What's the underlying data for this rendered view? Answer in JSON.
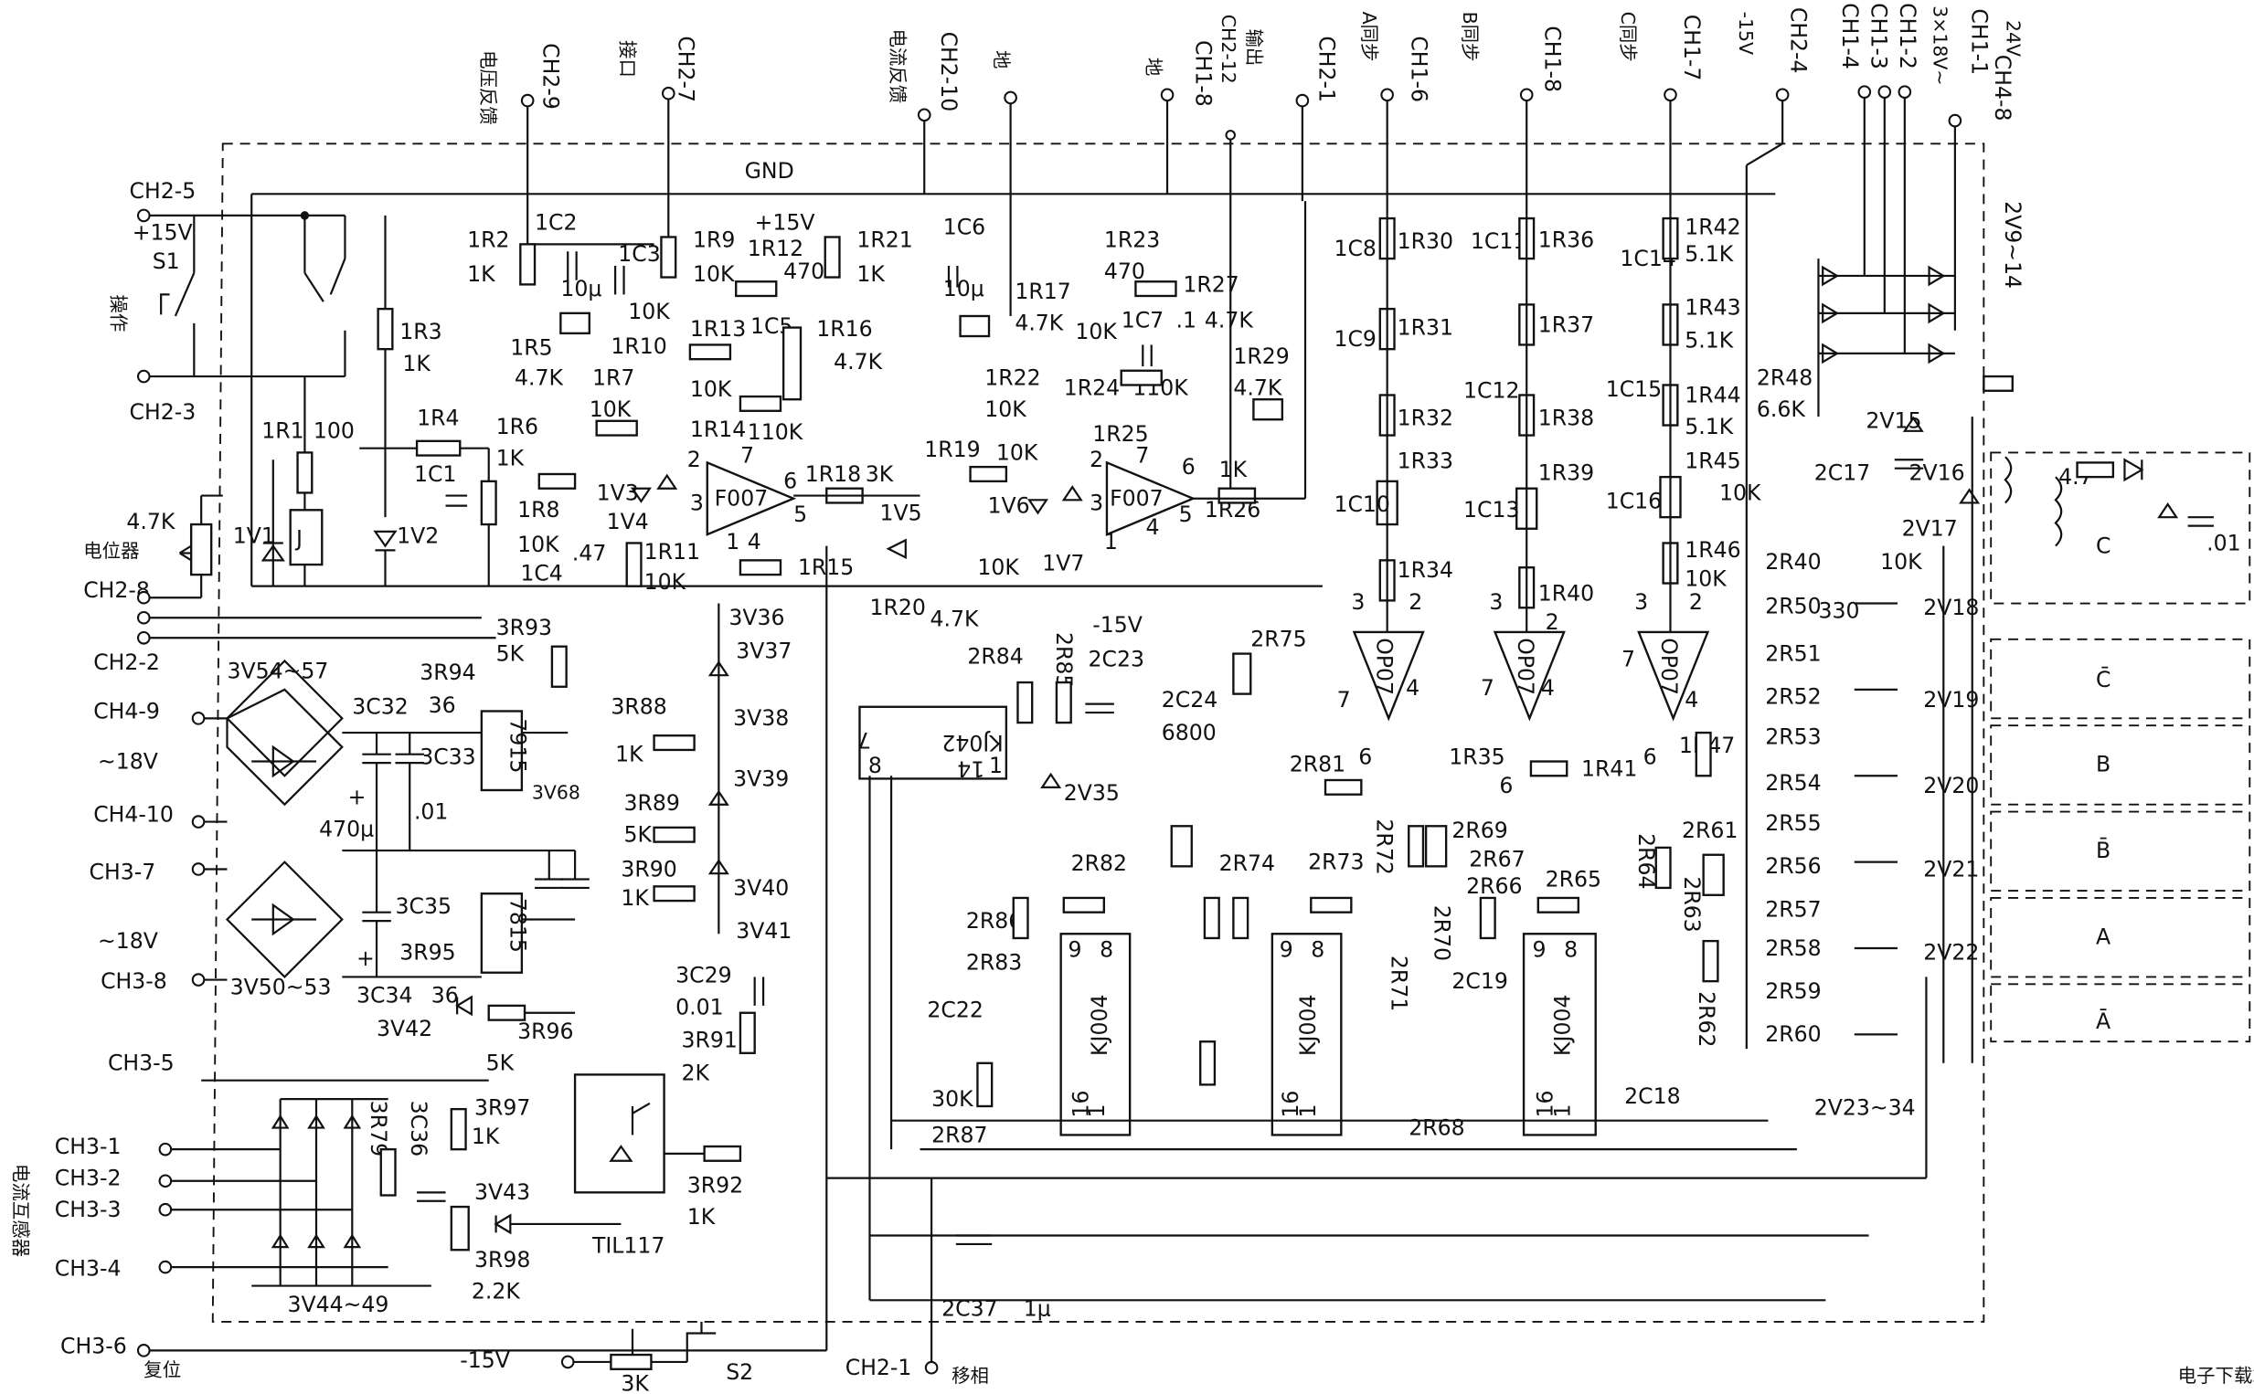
{
  "title": "GND",
  "top_terminals": [
    {
      "id": "CH2-9",
      "note": "电压反馈"
    },
    {
      "id": "CH2-7",
      "note": "接口"
    },
    {
      "id": "CH2-10",
      "note": "电流反馈"
    },
    {
      "id": "",
      "note": "地"
    },
    {
      "id": "CH1-8",
      "note": "地"
    },
    {
      "id": "CH2-12",
      "note": "输出"
    },
    {
      "id": "CH2-1",
      "note": ""
    },
    {
      "id": "CH1-6",
      "note": "A同步"
    },
    {
      "id": "CH1-8",
      "note": "B同步"
    },
    {
      "id": "CH1-7",
      "note": "C同步"
    },
    {
      "id": "CH2-4",
      "note": "-15V"
    },
    {
      "id": "CH1-4",
      "note": ""
    },
    {
      "id": "CH1-3",
      "note": ""
    },
    {
      "id": "CH1-2",
      "note": "3×18V~"
    },
    {
      "id": "CH1-1",
      "note": ""
    },
    {
      "id": "CH4-8",
      "note": "24V"
    }
  ],
  "left_terminals": [
    {
      "id": "CH2-5",
      "note": "+15V"
    },
    {
      "id": "S1",
      "note": ""
    },
    {
      "id": "CH2-3",
      "note": "操作"
    },
    {
      "id": "CH2-8",
      "note": "电位器"
    },
    {
      "id": "CH2-2",
      "note": ""
    },
    {
      "id": "CH4-9",
      "note": ""
    },
    {
      "id": "CH4-10",
      "note": "~18V"
    },
    {
      "id": "CH3-7",
      "note": ""
    },
    {
      "id": "CH3-8",
      "note": "~18V"
    },
    {
      "id": "CH3-5",
      "note": ""
    },
    {
      "id": "CH3-1",
      "note": ""
    },
    {
      "id": "CH3-2",
      "note": "电流互感器"
    },
    {
      "id": "CH3-3",
      "note": ""
    },
    {
      "id": "CH3-4",
      "note": ""
    },
    {
      "id": "CH3-6",
      "note": "复位"
    }
  ],
  "bottom_terminals": [
    {
      "id": "CH2-1",
      "note": "移相"
    },
    {
      "id": "S2",
      "note": "-15V"
    }
  ],
  "ics": {
    "op1": "F007",
    "op2": "F007",
    "op3": "OP07",
    "op4": "OP07",
    "op5": "OP07",
    "kj042": "KJ042",
    "kj004a": "KJ004",
    "kj004b": "KJ004",
    "kj004c": "KJ004",
    "reg1": "7915",
    "reg2": "7815",
    "opto": "TIL117"
  },
  "components": {
    "r2": "1R2",
    "r2v": "1K",
    "c2": "1C2",
    "c3": "1C3",
    "r9": "1R9",
    "r9v": "10K",
    "r12": "1R12",
    "r12v": "470",
    "p15": "+15V",
    "r21": "1R21",
    "r21v": "1K",
    "c6": "1C6",
    "c6v": "10μ",
    "r23": "1R23",
    "r23v": "470",
    "r27": "1R27",
    "r27v": "4.7K",
    "r3": "1R3",
    "r3v": "1K",
    "r1": "1R1",
    "r1v": "100",
    "r4": "1R4",
    "c1": "1C1",
    "r5": "1R5",
    "r5v": "4.7K",
    "c2v": "10μ",
    "r7": "1R7",
    "r7v": "10K",
    "r10": "1R10",
    "r10v": "10K",
    "r13": "1R13",
    "c5": "1C5",
    "r16": "1R16",
    "r16v": "4.7K",
    "r14": "1R14",
    "r14v": "110K",
    "r14n": "10K",
    "r17": "1R17",
    "r17v": "4.7K",
    "c7": "1C7",
    "c7v": ".1",
    "c7r": "10K",
    "r22": "1R22",
    "r22v": "10K",
    "r24": "1R24",
    "r24v": "110K",
    "r29": "1R29",
    "r29v": "4.7K",
    "r6": "1R6",
    "r6v": "1K",
    "r18": "1R18",
    "r18v": "3K",
    "r19": "1R19",
    "r19v": "10K",
    "r25": "1R25",
    "r26": "1R26",
    "r26v": "1K",
    "r8": "1R8",
    "r8v": "10K",
    "c4": "1C4",
    "c4v": ".47",
    "r11": "1R11",
    "r11v": "10K",
    "r15": "1R15",
    "v1": "1V1",
    "v2": "1V2",
    "v3": "1V3",
    "v4": "1V4",
    "v5": "1V5",
    "v6": "1V6",
    "v7": "1V7",
    "j": "J",
    "pot": "4.7K",
    "v7v": "10K",
    "r20": "1R20",
    "r20v": "4.7K",
    "m15": "-15V",
    "r84": "2R84",
    "r85": "2R85",
    "c23": "2C23",
    "c24": "2C24",
    "c24v": "6800",
    "v35": "2V35",
    "r75": "2R75",
    "r93": "3R93",
    "r93v": "5K",
    "v5457": "3V54~57",
    "c32": "3C32",
    "r94": "3R94",
    "r94v": "36",
    "c33": "3C33",
    "c470": "470μ",
    "c01": ".01",
    "v68": "3V68",
    "c35": "3C35",
    "r95": "3R95",
    "r95v": "36",
    "c34": "3C34",
    "v5053": "3V50~53",
    "v42": "3V42",
    "r96": "3R96",
    "r96v": "5K",
    "r88": "3R88",
    "r88v": "1K",
    "r89": "3R89",
    "r89v": "5K",
    "r90": "3R90",
    "r90v": "1K",
    "v36": "3V36",
    "v37": "3V37",
    "v38": "3V38",
    "v39": "3V39",
    "v40": "3V40",
    "v41": "3V41",
    "c29": "3C29",
    "c29v": "0.01",
    "r91": "3R91",
    "r91v": "2K",
    "r92": "3R92",
    "r92v": "1K",
    "r97": "3R97",
    "r97v": "1K",
    "r79": "3R79",
    "c36": "3C36",
    "v43": "3V43",
    "r98": "3R98",
    "r98v": "2.2K",
    "v4449": "3V44~49",
    "r3k": "3K",
    "c37": "2C37",
    "c37v": "1μ",
    "r30": "1R30",
    "r31": "1R31",
    "r32": "1R32",
    "r33": "1R33",
    "r34": "1R34",
    "c8": "1C8",
    "c9": "1C9",
    "c10": "1C10",
    "c11": "1C11",
    "c12": "1C12",
    "c13": "1C13",
    "r36": "1R36",
    "r37": "1R37",
    "r38": "1R38",
    "r39": "1R39",
    "r40": "1R40",
    "c14": "1C14",
    "c15": "1C15",
    "c16": "1C16",
    "r42": "1R42",
    "r42v": "5.1K",
    "r43": "1R43",
    "r43v": "5.1K",
    "r44": "1R44",
    "r44v": "5.1K",
    "r45": "1R45",
    "r45v": "10K",
    "r46": "1R46",
    "r46v": "10K",
    "r35": "1R35",
    "r41": "1R41",
    "r47": "1R47",
    "r48": "2R48",
    "r48v": "6.6K",
    "v15": "2V15",
    "c17": "2C17",
    "v16": "2V16",
    "v17": "2V17",
    "v914": "2V9~14",
    "r40b": "2R40",
    "r40bv": "10K",
    "r50": "2R50",
    "r50v": "330",
    "r51": "2R51",
    "r52": "2R52",
    "r53": "2R53",
    "r54": "2R54",
    "r55": "2R55",
    "r56": "2R56",
    "r57": "2R57",
    "r58": "2R58",
    "r59": "2R59",
    "r60": "2R60",
    "v18": "2V18",
    "v19": "2V19",
    "v20": "2V20",
    "v21": "2V21",
    "v22": "2V22",
    "v2334": "2V23~34",
    "r61": "2R61",
    "r62": "2R62",
    "r63": "2R63",
    "r64": "2R64",
    "r65": "2R65",
    "r66": "2R66",
    "r67": "2R67",
    "r68": "2R68",
    "r69": "2R69",
    "r70": "2R70",
    "r71": "2R71",
    "r72": "2R72",
    "r73": "2R73",
    "r74": "2R74",
    "r81": "2R81",
    "r82": "2R82",
    "r83": "2R83",
    "r86": "2R86",
    "r87": "2R87",
    "c19": "2C19",
    "c18": "2C18",
    "c22": "2C22",
    "r30k": "30K",
    "c_tr": "C",
    "c_tr_r": "4.7",
    "c_tr_c": ".01"
  },
  "pulse_outputs": [
    "C̄",
    "B",
    "B̄",
    "A",
    "Ā"
  ],
  "watermark": "电子下载站"
}
